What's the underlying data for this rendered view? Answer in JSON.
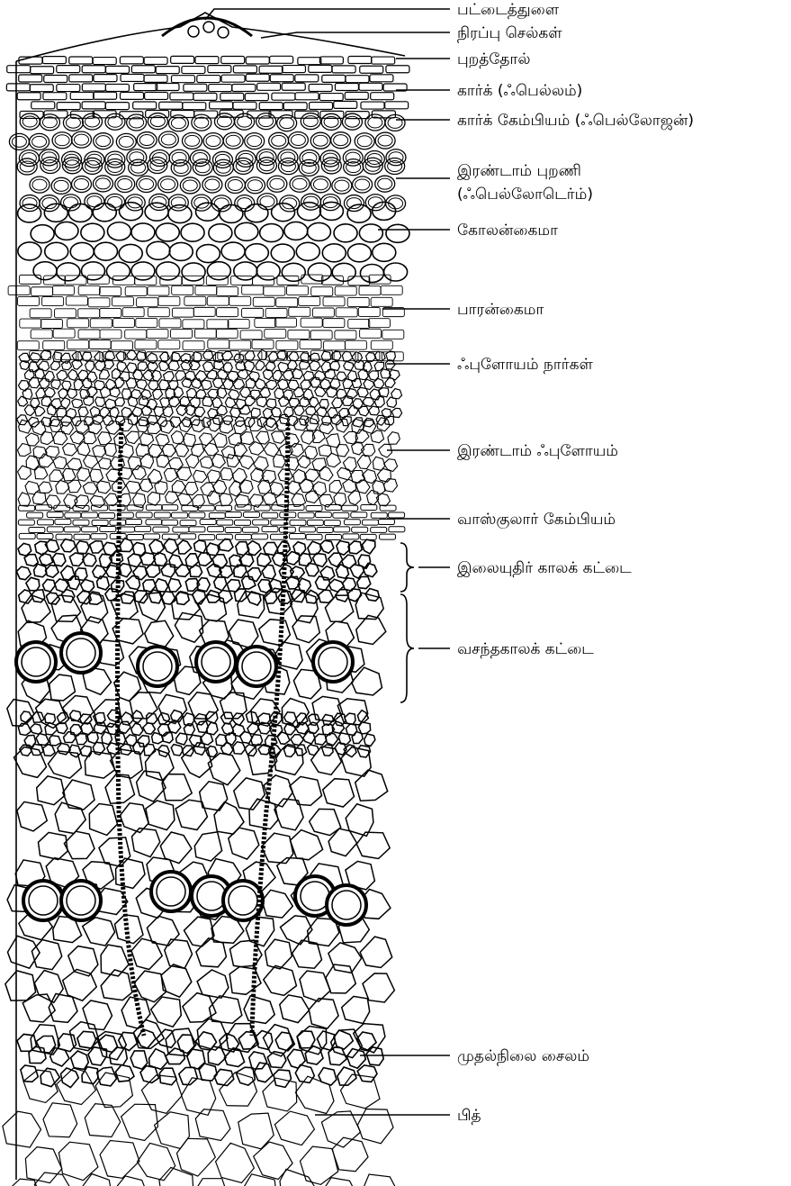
{
  "labels": {
    "lenticel": "பட்டைத்துளை",
    "filling_cells": "நிரப்பு செல்கள்",
    "epidermis": "புறத்தோல்",
    "cork": "கார்க் (ஃபெல்லம்)",
    "cork_cambium": "கார்க் கேம்பியம் (ஃபெல்லோஜன்)",
    "secondary_cortex_1": "இரண்டாம் புறணி",
    "secondary_cortex_2": "(ஃபெல்லோடெர்ம்)",
    "collenchyma": "கோலன்கைமா",
    "parenchyma": "பாரன்கைமா",
    "phloem_fibres": "ஃபுளோயம் நார்கள்",
    "secondary_phloem": "இரண்டாம் ஃபுளோயம்",
    "vascular_cambium": "வாஸ்குலார் கேம்பியம்",
    "autumn_wood": "இலையுதிர் காலக் கட்டை",
    "spring_wood": "வசந்தகாலக் கட்டை",
    "primary_xylem": "முதல்நிலை சைலம்",
    "pith": "பித்"
  }
}
